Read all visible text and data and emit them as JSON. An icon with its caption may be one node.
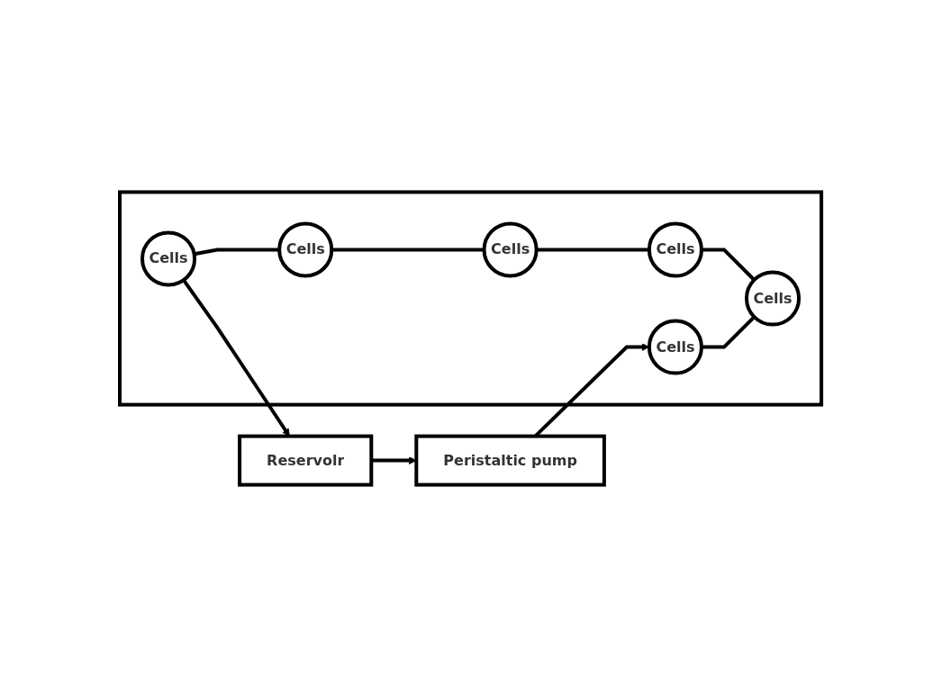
{
  "diagram": {
    "nodes": [
      {
        "text": [
          "Peristaltic pump"
        ]
      },
      {
        "text": [
          "Reservolr"
        ]
      },
      {
        "text": [],
        "shape": "box"
      },
      {
        "text": [
          "Cells"
        ],
        "in": 2
      },
      {
        "text": [
          "Cells"
        ],
        "in": 2
      },
      {
        "text": [
          "Cells"
        ],
        "in": 2
      },
      {
        "text": [
          "Cells"
        ],
        "in": 2
      },
      {
        "text": [
          "Cells"
        ],
        "in": 2
      },
      {
        "text": [
          "Cells"
        ],
        "in": 2
      }
    ],
    "edges": [
      {
        "from": 0,
        "to": 5,
        "arrow": "to"
      },
      {
        "from": 3,
        "to": 1,
        "arrow": "to"
      },
      {
        "from": 1,
        "to": 0,
        "arrow": "to"
      },
      {
        "from": 3,
        "to": 6,
        "arrow": "none"
      },
      {
        "from": 6,
        "to": 4,
        "arrow": "none"
      },
      {
        "from": 4,
        "to": 7,
        "arrow": "none"
      },
      {
        "from": 7,
        "to": 8,
        "arrow": "none"
      },
      {
        "from": 5,
        "to": 8,
        "arrow": "none"
      }
    ]
  }
}
